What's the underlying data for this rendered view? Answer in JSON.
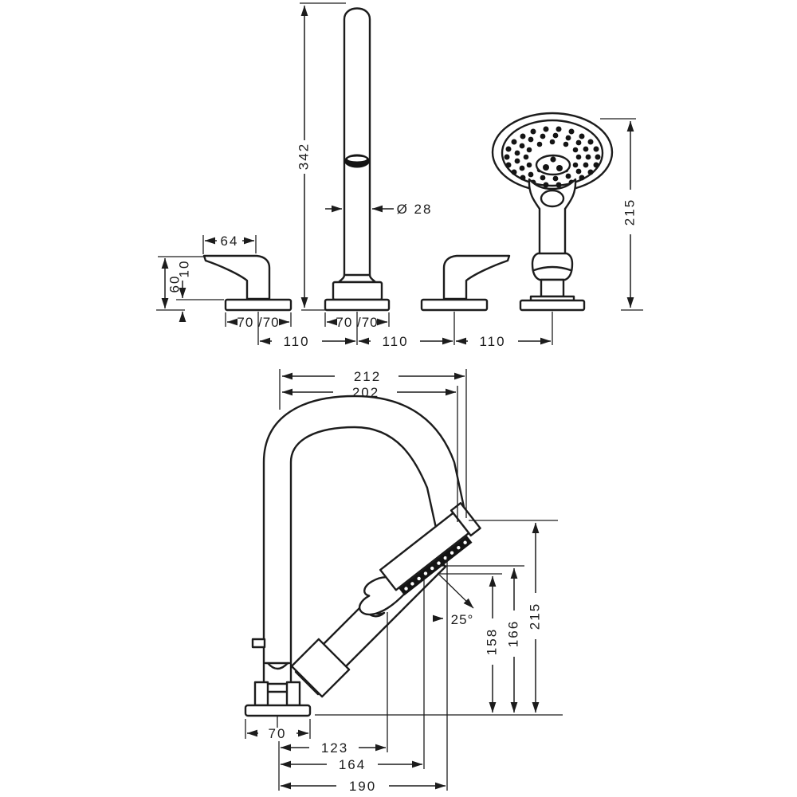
{
  "front_view": {
    "dims": {
      "spout_height": "342",
      "spout_diameter": "Ø 28",
      "handle_length": "64",
      "handle_height": "60",
      "rosette_height": "10",
      "rosette_width_handle": "70 /70",
      "rosette_width_spout": "70 /70",
      "spacing_left": "110",
      "spacing_middle": "110",
      "spacing_right": "110",
      "handshower_height": "215"
    }
  },
  "side_view": {
    "dims": {
      "reach_overall": "212",
      "reach_spout": "202",
      "base_width": "70",
      "offset_holder": "123",
      "offset_spray": "164",
      "offset_head": "190",
      "height_spray": "158",
      "height_face": "166",
      "height_head": "215",
      "head_angle": "25°"
    }
  }
}
